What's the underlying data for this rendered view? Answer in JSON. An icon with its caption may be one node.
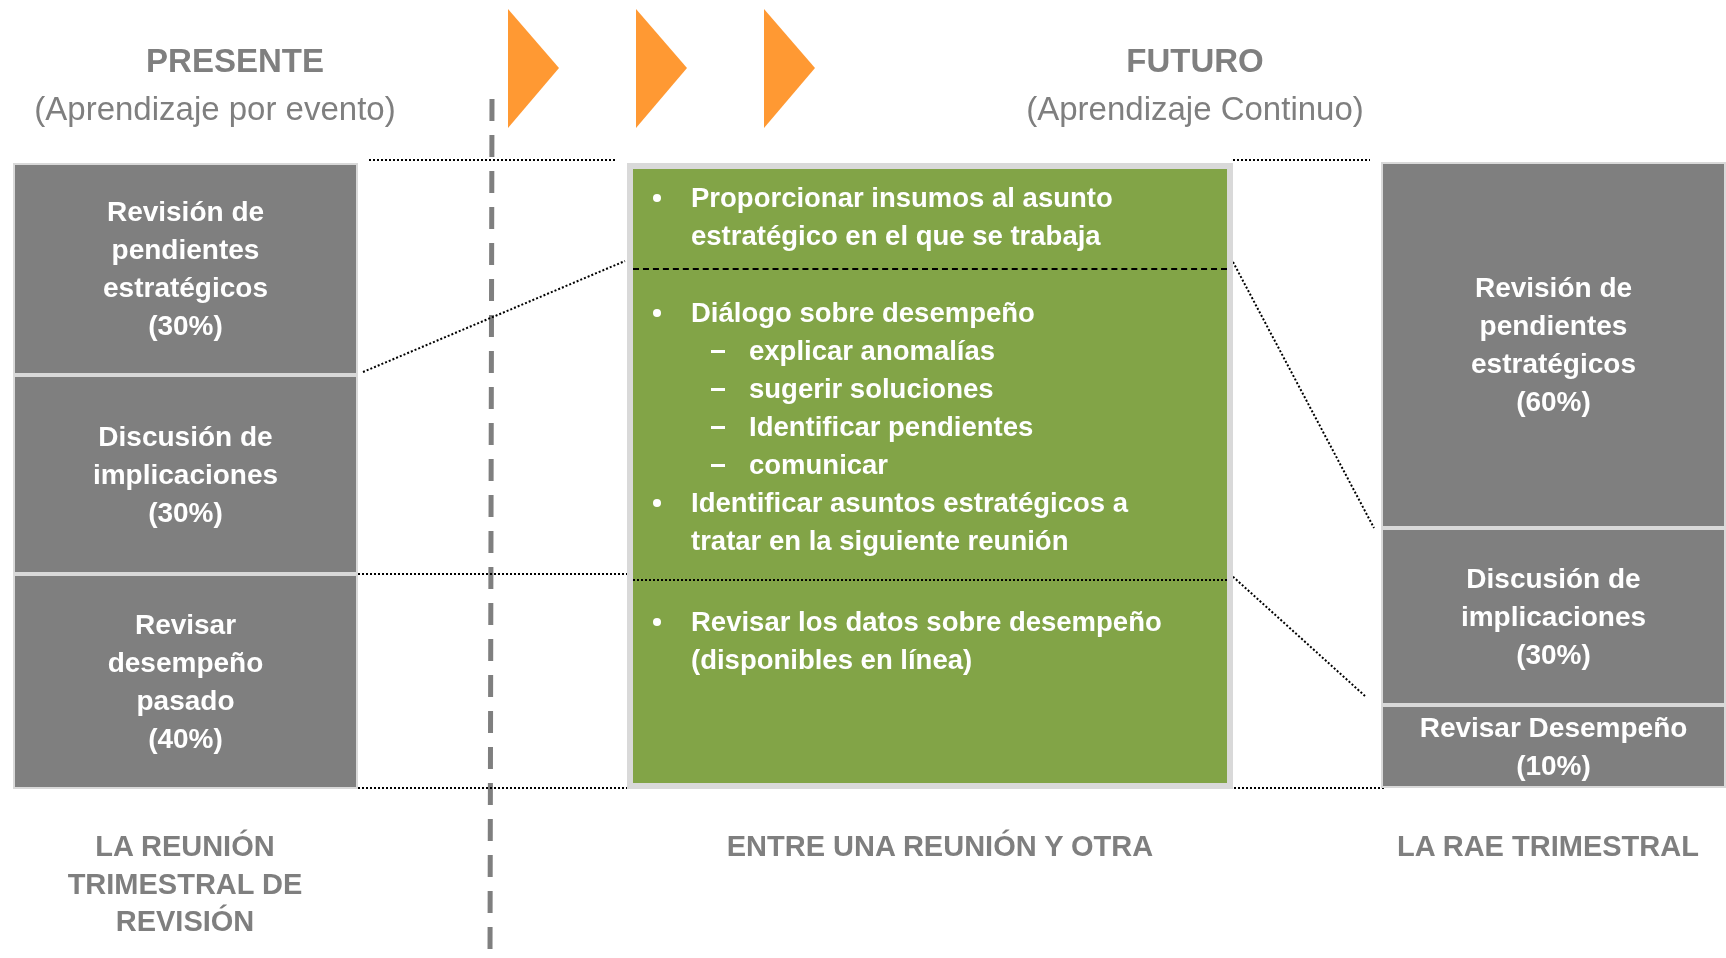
{
  "diagram": {
    "nodes": [
      {
        "text": [
          "Revisión de pendientes estratégicos",
          "(30%)"
        ]
      },
      {
        "text": [
          "Discusión de implicaciones",
          "(30%)"
        ]
      },
      {
        "text": [
          "Revisar desempeño pasado",
          "(40%)"
        ]
      },
      {
        "text": [],
        "shape": "box"
      },
      {
        "text": [
          "Proporcionar insumos al asunto estratégico en el que se trabaja"
        ],
        "in": 3
      },
      {
        "text": [
          "Diálogo sobre desempeño",
          "explicar anomalías",
          "sugerir soluciones",
          "Identificar pendientes",
          "comunicar",
          "Identificar asuntos estratégicos a tratar en la siguiente reunión"
        ],
        "in": 3
      },
      {
        "text": [
          "Revisar los datos sobre desempeño (disponibles en línea)"
        ],
        "in": 3
      },
      {
        "text": [
          "Revisión de pendientes estratégicos",
          "(60%)"
        ]
      },
      {
        "text": [
          "Discusión de implicaciones",
          "(30%)"
        ]
      },
      {
        "text": [
          "Revisar Desempeño",
          "(10%)"
        ]
      }
    ],
    "edges": [],
    "labels": [
      "PRESENTE",
      "(Aprendizaje por evento)",
      "FUTURO",
      "(Aprendizaje Continuo)",
      "LA REUNIÓN TRIMESTRAL DE REVISIÓN",
      "ENTRE UNA REUNIÓN Y OTRA",
      "LA RAE TRIMESTRAL"
    ]
  }
}
